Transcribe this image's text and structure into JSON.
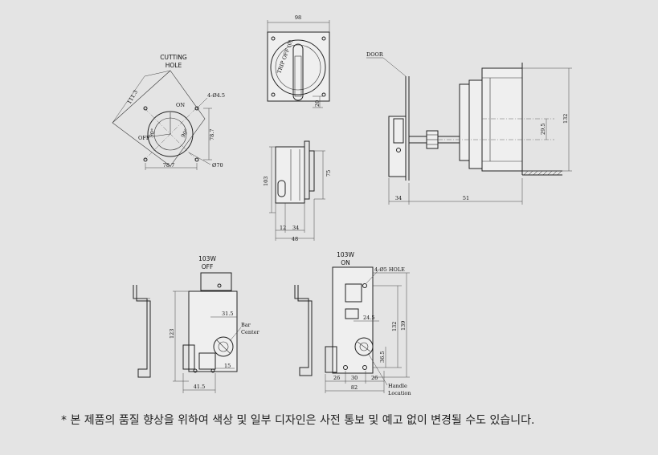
{
  "views": {
    "cutting_hole": {
      "title_line1": "CUTTING",
      "title_line2": "HOLE",
      "dims": [
        "111.3",
        "4-Ø4.5",
        "78.7",
        "78.7",
        "Ø70",
        "90°",
        "90°"
      ],
      "on_label": "ON",
      "off_label": "OFF"
    },
    "front": {
      "dims": [
        "98",
        "20"
      ],
      "dial_text": "TRIP OFF (0)"
    },
    "side_small": {
      "dims": [
        "103",
        "75",
        "12",
        "34",
        "48"
      ]
    },
    "side_door": {
      "door_label": "DOOR",
      "dims": [
        "34",
        "51",
        "29.5",
        "132"
      ]
    },
    "off_view": {
      "title_line1": "103W",
      "title_line2": "OFF",
      "dims": [
        "31.5",
        "123",
        "15",
        "41.5"
      ],
      "bar_center_line1": "Bar",
      "bar_center_line2": "Center"
    },
    "on_view": {
      "title_line1": "103W",
      "title_line2": "ON",
      "hole_label": "4-Ø5 HOLE",
      "dims": [
        "24.5",
        "132",
        "139",
        "36.5",
        "26",
        "30",
        "26",
        "82"
      ],
      "handle_line1": "Handle",
      "handle_line2": "Location"
    }
  },
  "notice": "* 본 제품의 품질 향상을 위하여 색상 및 일부 디자인은 사전 통보 및 예고 없이 변경될 수도 있습니다."
}
